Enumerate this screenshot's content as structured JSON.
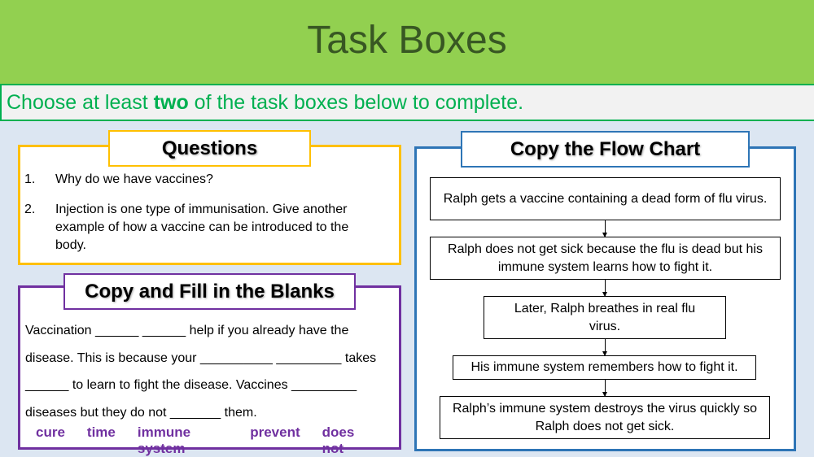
{
  "header": {
    "title": "Task Boxes"
  },
  "instruction": {
    "before": "Choose at least ",
    "bold": "two",
    "after": " of the task boxes below to complete."
  },
  "questions": {
    "title": "Questions",
    "items": [
      {
        "num": "1.",
        "text": "Why do we have vaccines?"
      },
      {
        "num": "2.",
        "text": "Injection is one type of immunisation. Give another example of how a vaccine can be introduced to the body."
      }
    ]
  },
  "blanks": {
    "title": "Copy and Fill in the Blanks",
    "lines": [
      "Vaccination ______ ______ help if you already have the",
      "disease. This is because your __________ _________ takes",
      "______ to learn to fight the disease. Vaccines _________",
      "diseases but they do not _______ them."
    ],
    "words": [
      "cure",
      "time",
      "immune system",
      "prevent",
      "does not"
    ]
  },
  "flow": {
    "title": "Copy the Flow Chart",
    "steps": [
      "Ralph gets a vaccine containing a dead form of flu virus.",
      "Ralph does not get sick because the flu is dead but his immune system learns how to fight it.",
      "Later, Ralph breathes in real flu virus.",
      "His immune system remembers how to fight it.",
      "Ralph’s immune system destroys the virus quickly so Ralph does not get sick."
    ]
  }
}
